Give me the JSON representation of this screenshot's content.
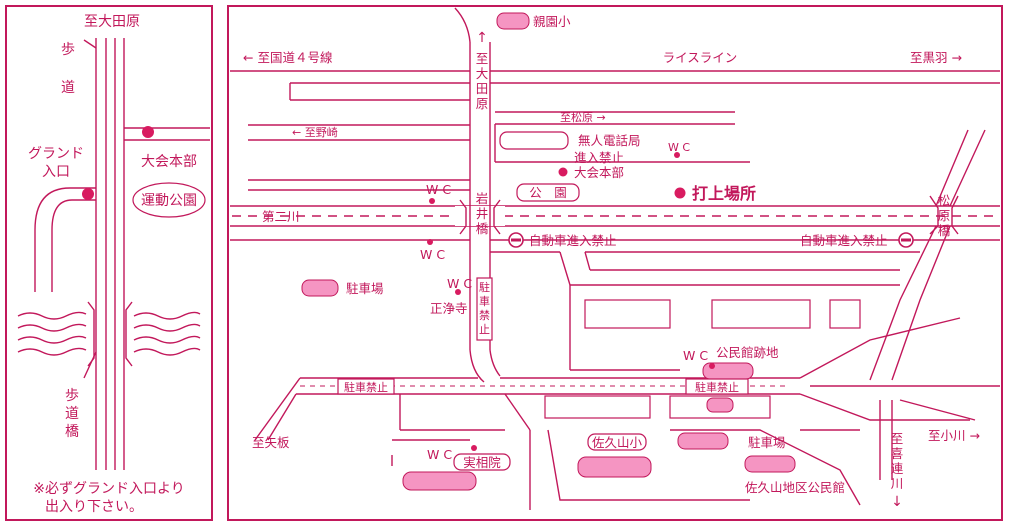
{
  "inset": {
    "to_ohtawara": "至大田原",
    "hodo_1": "歩",
    "hodo_2": "道",
    "grand_1": "グランド",
    "grand_2": "入口",
    "hq": "大会本部",
    "park": "運動公園",
    "bridge_1": "歩",
    "bridge_2": "道",
    "bridge_3": "橋",
    "note_1": "※必ずグランド入口より",
    "note_2": "出入り下さい。"
  },
  "main": {
    "shinen_school": "親園小",
    "to_route4": "← 至国道４号線",
    "rice_line": "ライスライン",
    "to_kurobane": "至黒羽 →",
    "up_arrow": "↑",
    "to_ohtawara_v": [
      "至",
      "大",
      "田",
      "原"
    ],
    "to_matsubara": "至松原 →",
    "to_nozaki": "← 至野崎",
    "radio_station": "無人電話局",
    "no_entry": "進入禁止",
    "hq": "大会本部",
    "wc": "W C",
    "park": "公　園",
    "launch_site": "打上場所",
    "river": "第二川",
    "iwai_v": [
      "岩",
      "井",
      "橋"
    ],
    "matsubara_v": [
      "松",
      "原",
      "橋"
    ],
    "no_car_1": "自動車進入禁止",
    "no_car_2": "自動車進入禁止",
    "parking_1": "駐車場",
    "jojoji": "正浄寺",
    "no_parking_v": [
      "駐",
      "車",
      "禁",
      "止"
    ],
    "kominkan_ruins": "公民館跡地",
    "no_parking_1": "駐車禁止",
    "no_parking_2": "駐車禁止",
    "to_yaita": "至矢板",
    "jissoin": "実相院",
    "sakuyama_school": "佐久山小",
    "parking_2": "駐車場",
    "sakuyama_kominkan": "佐久山地区公民館",
    "to_kitsuregawa_v": [
      "至",
      "喜",
      "連",
      "川"
    ],
    "down_arrow": "↓",
    "to_ogawa": "至小川 →"
  },
  "colors": {
    "ink": "#c2185b",
    "fill": "#f595c2",
    "dot": "#d81b60"
  }
}
